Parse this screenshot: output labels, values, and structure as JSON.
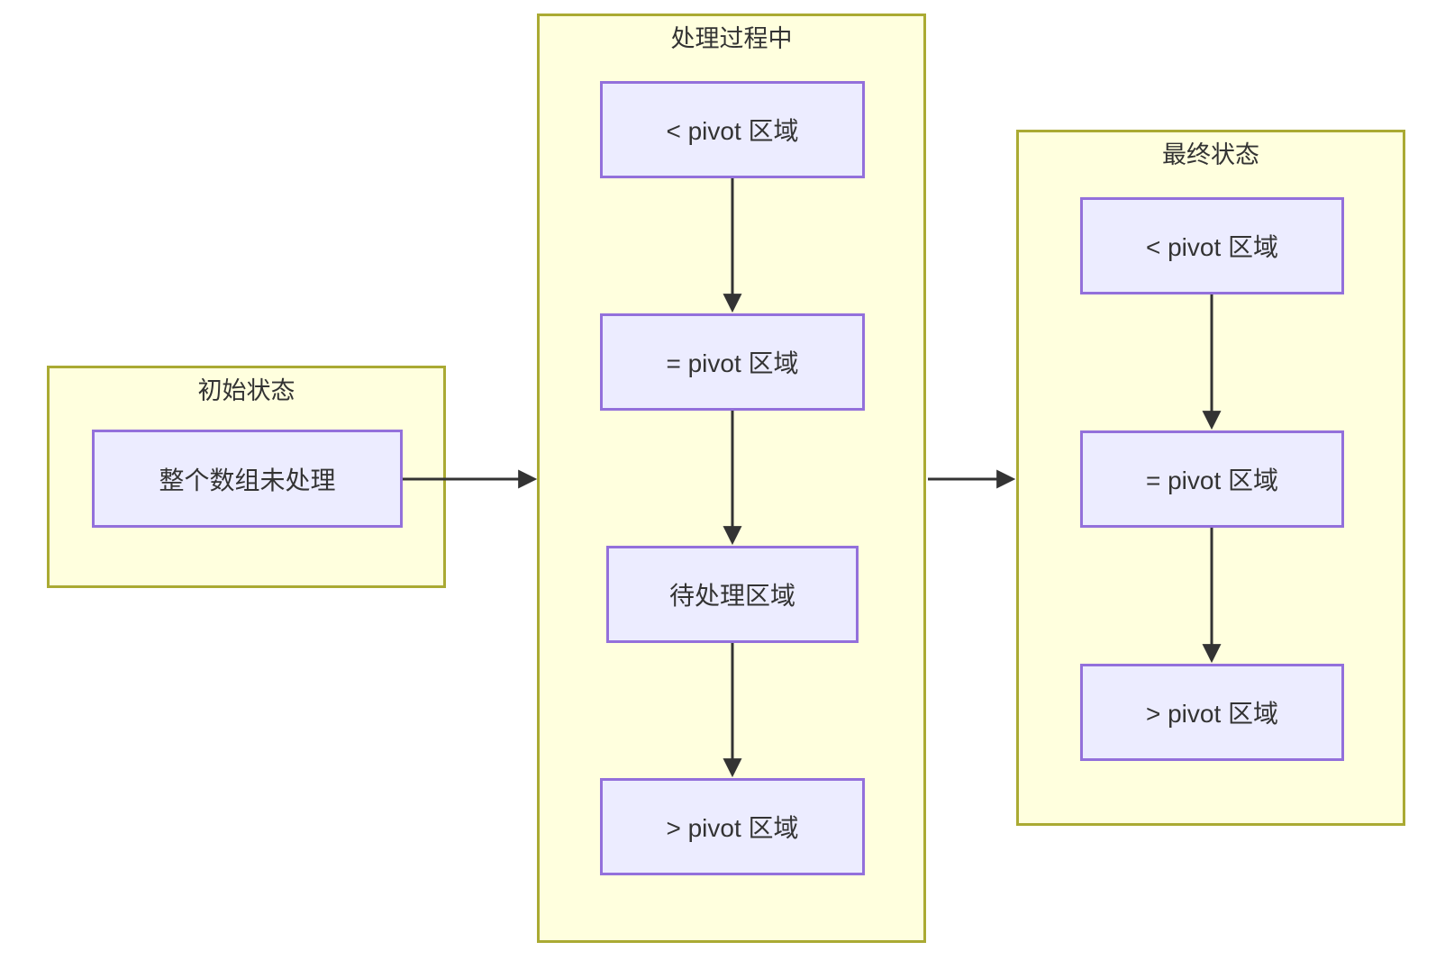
{
  "diagram": {
    "type": "flowchart",
    "direction": "left-to-right",
    "colors": {
      "page_background": "#ffffff",
      "cluster_fill": "#ffffde",
      "cluster_border": "#aaaa33",
      "node_fill": "#ECECFF",
      "node_border": "#9370DB",
      "edge": "#333333",
      "text": "#333333"
    },
    "containers": [
      {
        "id": "initial-state",
        "title": "初始状态",
        "nodes": [
          {
            "id": "i1",
            "label": "整个数组未处理"
          }
        ]
      },
      {
        "id": "processing",
        "title": "处理过程中",
        "nodes": [
          {
            "id": "p1",
            "label": "< pivot 区域"
          },
          {
            "id": "p2",
            "label": "= pivot 区域"
          },
          {
            "id": "p3",
            "label": "待处理区域"
          },
          {
            "id": "p4",
            "label": "> pivot 区域"
          }
        ]
      },
      {
        "id": "final-state",
        "title": "最终状态",
        "nodes": [
          {
            "id": "f1",
            "label": "< pivot 区域"
          },
          {
            "id": "f2",
            "label": "= pivot 区域"
          },
          {
            "id": "f3",
            "label": "> pivot 区域"
          }
        ]
      }
    ],
    "edges": [
      {
        "from": "p1",
        "to": "p2",
        "style": "arrow"
      },
      {
        "from": "p2",
        "to": "p3",
        "style": "arrow"
      },
      {
        "from": "p3",
        "to": "p4",
        "style": "arrow"
      },
      {
        "from": "f1",
        "to": "f2",
        "style": "arrow"
      },
      {
        "from": "f2",
        "to": "f3",
        "style": "arrow"
      },
      {
        "from": "initial-state",
        "to": "processing",
        "style": "arrow"
      },
      {
        "from": "processing",
        "to": "final-state",
        "style": "arrow"
      }
    ]
  }
}
